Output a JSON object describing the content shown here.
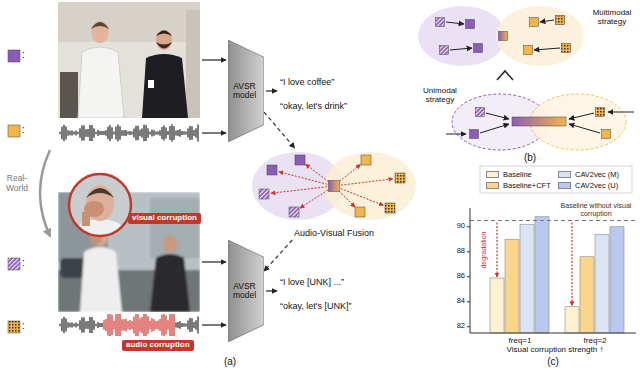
{
  "diagram": {
    "nodes": [
      {
        "text": [
          "AVSR model"
        ]
      },
      {
        "text": [
          "Audio-Visual Fusion"
        ]
      },
      {
        "text": [
          "visual corruption"
        ]
      },
      {
        "text": [
          "AVSR model"
        ]
      },
      {
        "text": [
          "audio corruption"
        ]
      }
    ],
    "edges": [
      {
        "from": 0,
        "to": 1,
        "arrow": "to"
      },
      {
        "from": 1,
        "to": 3,
        "arrow": "to"
      }
    ],
    "labels": [
      ":",
      ":",
      "“I love coffee”",
      "“okay, let's drink”",
      "Real-World",
      ":",
      ":",
      "“I love [UNK] ...”",
      "“okay, let's [UNK]”",
      "(a)",
      "Multimodal strategy",
      "Unimodal strategy",
      "(b)",
      "82",
      "84",
      "86",
      "88",
      "90",
      "Baseline without visual corruption",
      "degradation",
      "freq=1",
      "freq=2",
      "Visual corruption strength ↑",
      "(c)"
    ],
    "legend": [
      {
        "text": "Baseline",
        "color": "#fdf2d0"
      },
      {
        "text": "Baseline+CFT",
        "color": "#fbd58a"
      },
      {
        "text": "CAV2vec (M)",
        "color": "#dbe4f5"
      },
      {
        "text": "CAV2vec (U)",
        "color": "#b9c8ee"
      }
    ]
  }
}
